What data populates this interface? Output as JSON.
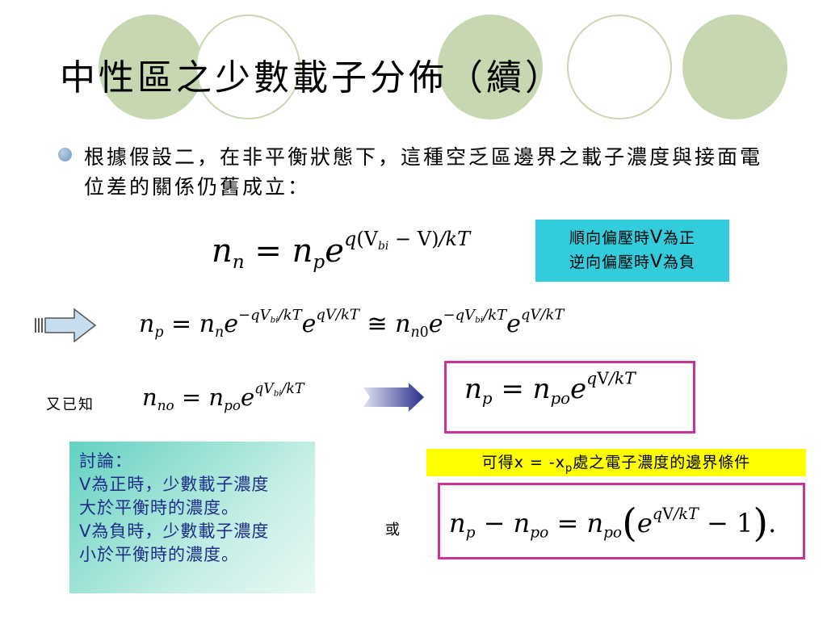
{
  "title": "中性區之少數載子分佈（續）",
  "bullet": "根據假設二，在非平衡狀態下，這種空乏區邊界之載子濃度與接面電位差的關係仍舊成立：",
  "bias_note": {
    "forward_pre": "順向偏壓時",
    "forward_v": "V",
    "forward_post": "為正",
    "reverse_pre": "逆向偏壓時",
    "reverse_v": "V",
    "reverse_post": "為負"
  },
  "known_label": "又已知",
  "boundary_note": {
    "pre": "可得",
    "expr_a": "x = -x",
    "sub": "p",
    "post": "處之電子濃度的邊界條件"
  },
  "or_label": "或",
  "discussion": {
    "heading": "討論：",
    "line1_v": "V",
    "line1": "為正時，少數載子濃度",
    "line2": "大於平衡時的濃度。",
    "line3_v": "V",
    "line3": "為負時，少數載子濃度",
    "line4": "小於平衡時的濃度。"
  },
  "equations": {
    "eq1": "n_n = n_p e^{q(V_bi − V)/kT}",
    "eq2": "n_p = n_n e^{−qV_bi/kT} e^{qV/kT} ≅ n_n0 e^{−qV_bi/kT} e^{qV/kT}",
    "eq3": "n_no = n_po e^{qV_bi/kT}",
    "eq4": "n_p = n_po e^{qV/kT}",
    "eq5": "n_p − n_po = n_po (e^{qV/kT} − 1)"
  },
  "colors": {
    "circle_fill": "#c6d7b1",
    "cyan_box": "#33ccdd",
    "pink_border": "#cc3399",
    "yellow_box": "#ffff00",
    "discussion_text": "#1f2d88"
  }
}
